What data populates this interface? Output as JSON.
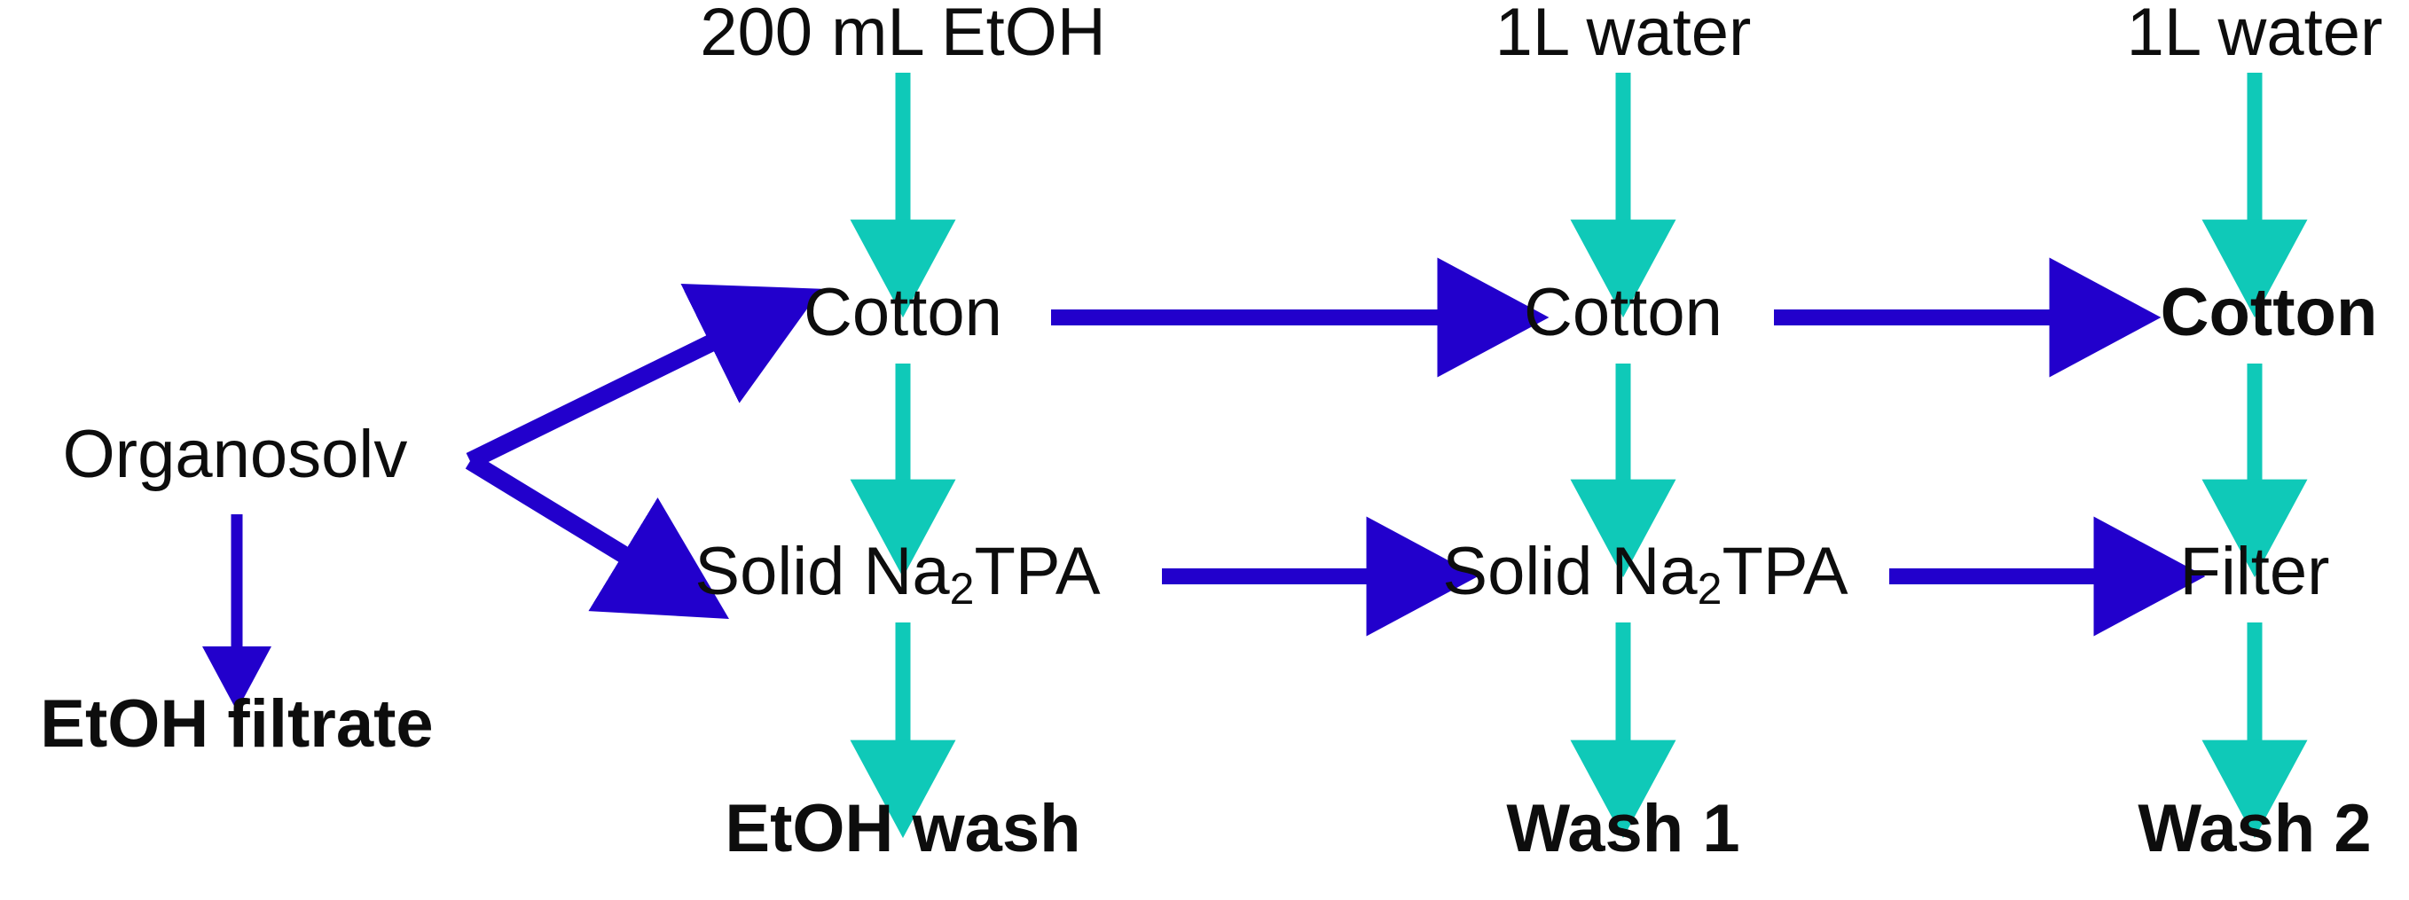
{
  "diagram": {
    "title": "Organosolv cotton / Na2TPA separation and washing flow",
    "colors": {
      "reagent_arrow": "#0FC9B8",
      "process_arrow": "#2200CC",
      "text": "#0D0D0D",
      "background": "#FFFFFF"
    },
    "nodes": {
      "organosolv": "Organosolv",
      "etoh_filtrate": "EtOH filtrate",
      "cotton_1": "Cotton",
      "cotton_2": "Cotton",
      "cotton_3": "Cotton",
      "solid_na2tpa_1_prefix": "Solid Na",
      "solid_na2tpa_1_sub": "2",
      "solid_na2tpa_1_suffix": "TPA",
      "solid_na2tpa_2_prefix": "Solid Na",
      "solid_na2tpa_2_sub": "2",
      "solid_na2tpa_2_suffix": "TPA",
      "filter": "Filter",
      "etoh_wash": "EtOH wash",
      "wash_1": "Wash 1",
      "wash_2": "Wash 2"
    },
    "reagents": {
      "etoh_200ml": "200 mL EtOH",
      "water_1l_a": "1L water",
      "water_1l_b": "1L water"
    },
    "icons": {
      "reagent_arrow": "down-arrow-icon",
      "process_arrow": "right-arrow-icon",
      "branch_arrow": "branch-arrow-icon",
      "waste_arrow": "down-arrow-icon"
    }
  }
}
